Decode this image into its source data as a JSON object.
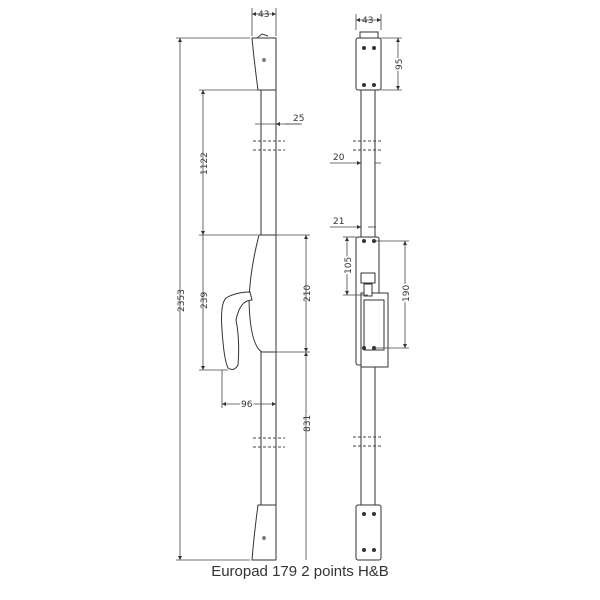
{
  "caption": "Europad 179 2 points H&B",
  "dimensions": {
    "width_left": "43",
    "width_right": "43",
    "head_height": "95",
    "rod_left": "25",
    "rod_right": "20",
    "offset_right": "21",
    "to_handle": "1122",
    "overall": "2353",
    "handle_height": "239",
    "body_height": "210",
    "lever_reach": "96",
    "lower_run": "831",
    "lock_offset": "105",
    "lock_plate": "190"
  },
  "colors": {
    "line": "#333333",
    "text": "#333333"
  }
}
